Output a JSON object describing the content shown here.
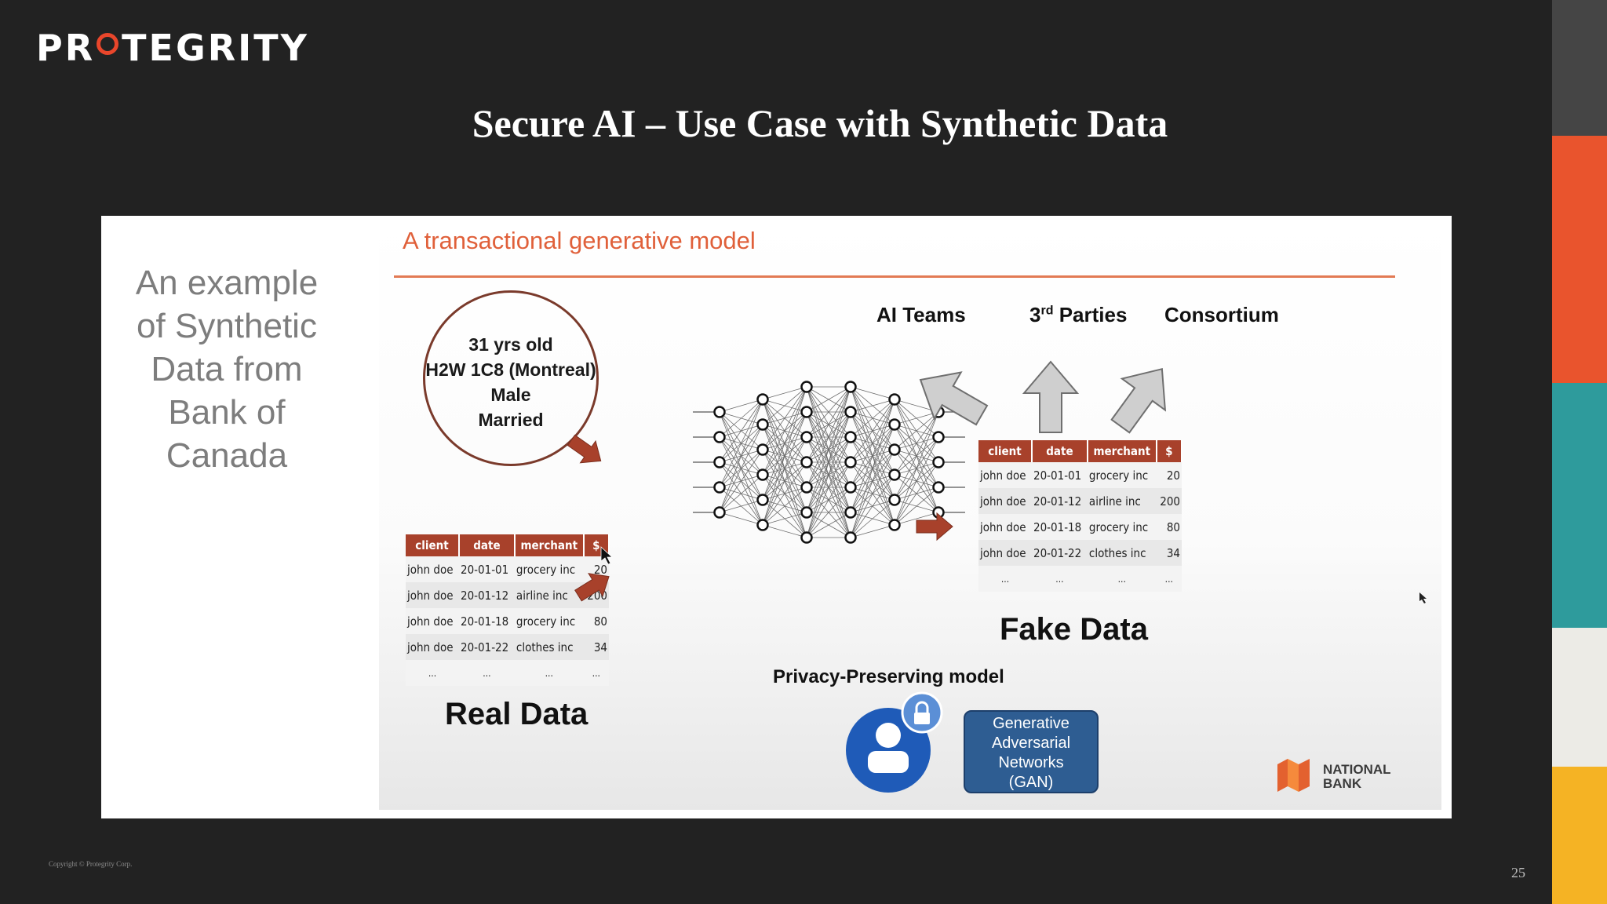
{
  "header": {
    "logo": "PROTEGRITY",
    "title": "Secure AI – Use Case with Synthetic Data"
  },
  "slide": {
    "left_caption": [
      "An example",
      "of Synthetic",
      "Data from",
      "Bank of",
      "Canada"
    ],
    "image_title": "A transactional generative model",
    "profile": [
      "31 yrs old",
      "H2W 1C8 (Montreal)",
      "Male",
      "Married"
    ],
    "real_table": {
      "headers": [
        "client",
        "date",
        "merchant",
        "$"
      ],
      "rows": [
        [
          "john doe",
          "20-01-01",
          "grocery inc",
          "20"
        ],
        [
          "john doe",
          "20-01-12",
          "airline inc",
          "200"
        ],
        [
          "john doe",
          "20-01-18",
          "grocery inc",
          "80"
        ],
        [
          "john doe",
          "20-01-22",
          "clothes inc",
          "34"
        ],
        [
          "...",
          "...",
          "...",
          "..."
        ]
      ]
    },
    "fake_table": {
      "headers": [
        "client",
        "date",
        "merchant",
        "$"
      ],
      "rows": [
        [
          "john doe",
          "20-01-01",
          "grocery inc",
          "20"
        ],
        [
          "john doe",
          "20-01-12",
          "airline inc",
          "200"
        ],
        [
          "john doe",
          "20-01-18",
          "grocery inc",
          "80"
        ],
        [
          "john doe",
          "20-01-22",
          "clothes inc",
          "34"
        ],
        [
          "...",
          "...",
          "...",
          "..."
        ]
      ]
    },
    "real_label": "Real Data",
    "fake_label": "Fake Data",
    "model_label": "Privacy-Preserving model",
    "destinations": {
      "ai_teams": "AI Teams",
      "third_parties_base": "3",
      "third_parties_sup": "rd",
      "third_parties_rest": " Parties",
      "consortium": "Consortium"
    },
    "gan_lines": [
      "Generative",
      "Adversarial",
      "Networks",
      "(GAN)"
    ],
    "brand": [
      "NATIONAL",
      "BANK"
    ]
  },
  "footer": {
    "copyright": "Copyright © Protegrity Corp.",
    "page_number": "25"
  },
  "colors": {
    "background": "#222222",
    "accent_orange": "#e0603a",
    "arrow_brown": "#a8412b",
    "gan_blue": "#2e5d92",
    "stripe": [
      "#454545",
      "#e9542d",
      "#2e9b9c",
      "#ecebe6",
      "#f5b324"
    ]
  },
  "icons": [
    "user-lock-icon",
    "national-bank-logo-icon",
    "cursor-icon"
  ]
}
